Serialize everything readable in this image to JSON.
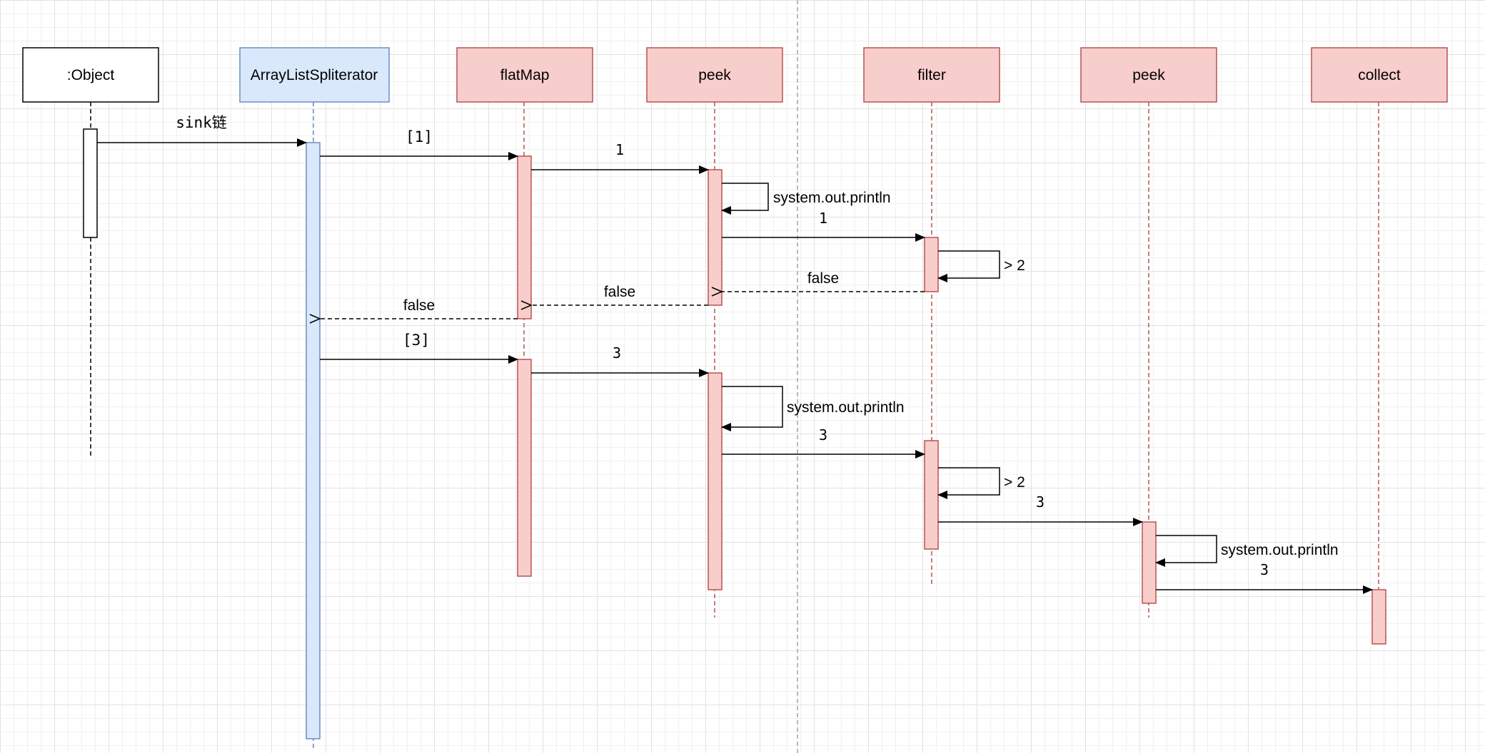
{
  "diagram": {
    "type": "sequence",
    "participants": [
      {
        "id": "object",
        "label": ":Object",
        "style": "plain"
      },
      {
        "id": "spliterator",
        "label": "ArrayListSpliterator",
        "style": "blue"
      },
      {
        "id": "flatmap",
        "label": "flatMap",
        "style": "red"
      },
      {
        "id": "peek1",
        "label": "peek",
        "style": "red"
      },
      {
        "id": "filter",
        "label": "filter",
        "style": "red"
      },
      {
        "id": "peek2",
        "label": "peek",
        "style": "red"
      },
      {
        "id": "collect",
        "label": "collect",
        "style": "red"
      }
    ],
    "messages": [
      {
        "from": "object",
        "to": "spliterator",
        "label": "sink链",
        "kind": "call"
      },
      {
        "from": "spliterator",
        "to": "flatmap",
        "label": "[1]",
        "kind": "call"
      },
      {
        "from": "flatmap",
        "to": "peek1",
        "label": "1",
        "kind": "call"
      },
      {
        "from": "peek1",
        "to": "peek1",
        "label": "system.out.println",
        "kind": "self"
      },
      {
        "from": "peek1",
        "to": "filter",
        "label": "1",
        "kind": "call"
      },
      {
        "from": "filter",
        "to": "filter",
        "label": "> 2",
        "kind": "self"
      },
      {
        "from": "filter",
        "to": "peek1",
        "label": "false",
        "kind": "return"
      },
      {
        "from": "peek1",
        "to": "flatmap",
        "label": "false",
        "kind": "return"
      },
      {
        "from": "flatmap",
        "to": "spliterator",
        "label": "false",
        "kind": "return"
      },
      {
        "from": "spliterator",
        "to": "flatmap",
        "label": "[3]",
        "kind": "call"
      },
      {
        "from": "flatmap",
        "to": "peek1",
        "label": "3",
        "kind": "call"
      },
      {
        "from": "peek1",
        "to": "peek1",
        "label": "system.out.println",
        "kind": "self"
      },
      {
        "from": "peek1",
        "to": "filter",
        "label": "3",
        "kind": "call"
      },
      {
        "from": "filter",
        "to": "filter",
        "label": "> 2",
        "kind": "self"
      },
      {
        "from": "filter",
        "to": "peek2",
        "label": "3",
        "kind": "call"
      },
      {
        "from": "peek2",
        "to": "peek2",
        "label": "system.out.println",
        "kind": "self"
      },
      {
        "from": "peek2",
        "to": "collect",
        "label": "3",
        "kind": "call"
      }
    ],
    "colors": {
      "plain_fill": "#ffffff",
      "plain_stroke": "#000000",
      "blue_fill": "#dae8fc",
      "blue_stroke": "#6c8ebf",
      "red_fill": "#f8cecc",
      "red_stroke": "#b85450",
      "arrow": "#000000",
      "page_divider": "#bbbbbb"
    }
  }
}
